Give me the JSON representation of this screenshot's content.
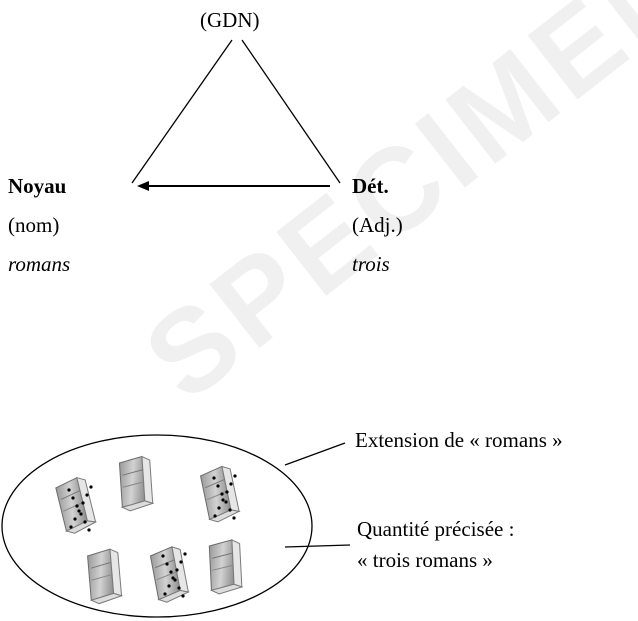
{
  "apex": {
    "label": "(GDN)"
  },
  "left_node": {
    "title": "Noyau",
    "category": "(nom)",
    "word": "romans"
  },
  "right_node": {
    "title": "Dét.",
    "category": "(Adj.)",
    "word": "trois"
  },
  "extension_label": "Extension de « romans »",
  "quantity_label_line1": "Quantité précisée :",
  "quantity_label_line2": "« trois romans »",
  "books": [
    {
      "crossed": true
    },
    {
      "crossed": false
    },
    {
      "crossed": true
    },
    {
      "crossed": false
    },
    {
      "crossed": true
    },
    {
      "crossed": false
    }
  ],
  "watermark": "SPECIMEN",
  "colors": {
    "book_cover": "#b5b5b5",
    "book_pages": "#e8e8e8",
    "watermark": "#f0f0f0"
  }
}
